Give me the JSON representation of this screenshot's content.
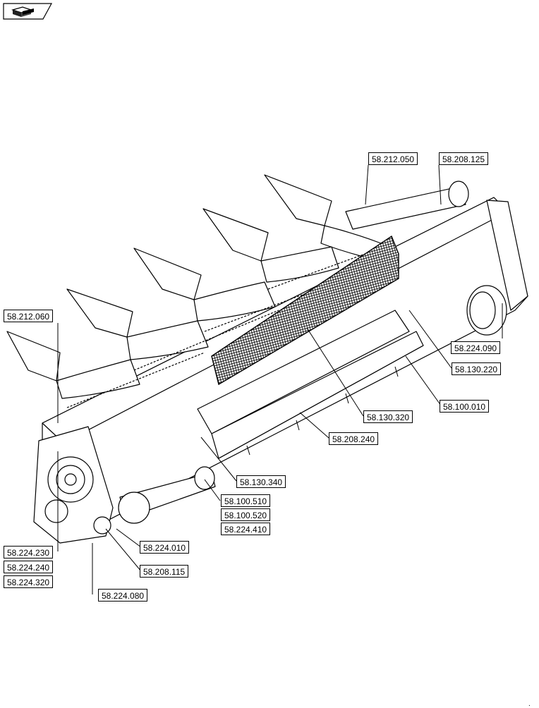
{
  "nav": {
    "icon": "book-return-icon"
  },
  "callouts": [
    {
      "id": "c1",
      "text": "58.212.050"
    },
    {
      "id": "c2",
      "text": "58.208.125"
    },
    {
      "id": "c3",
      "text": "58.212.060"
    },
    {
      "id": "c4",
      "text": "58.224.090"
    },
    {
      "id": "c5",
      "text": "58.130.220"
    },
    {
      "id": "c6",
      "text": "58.100.010"
    },
    {
      "id": "c7",
      "text": "58.130.320"
    },
    {
      "id": "c8",
      "text": "58.208.240"
    },
    {
      "id": "c9",
      "text": "58.130.340"
    },
    {
      "id": "c10",
      "text": "58.100.510"
    },
    {
      "id": "c11",
      "text": "58.100.520"
    },
    {
      "id": "c12",
      "text": "58.224.410"
    },
    {
      "id": "c13",
      "text": "58.224.010"
    },
    {
      "id": "c14",
      "text": "58.224.230"
    },
    {
      "id": "c15",
      "text": "58.224.240"
    },
    {
      "id": "c16",
      "text": "58.224.320"
    },
    {
      "id": "c17",
      "text": "58.208.115"
    },
    {
      "id": "c18",
      "text": "58.224.080"
    }
  ],
  "footer_mark": "."
}
